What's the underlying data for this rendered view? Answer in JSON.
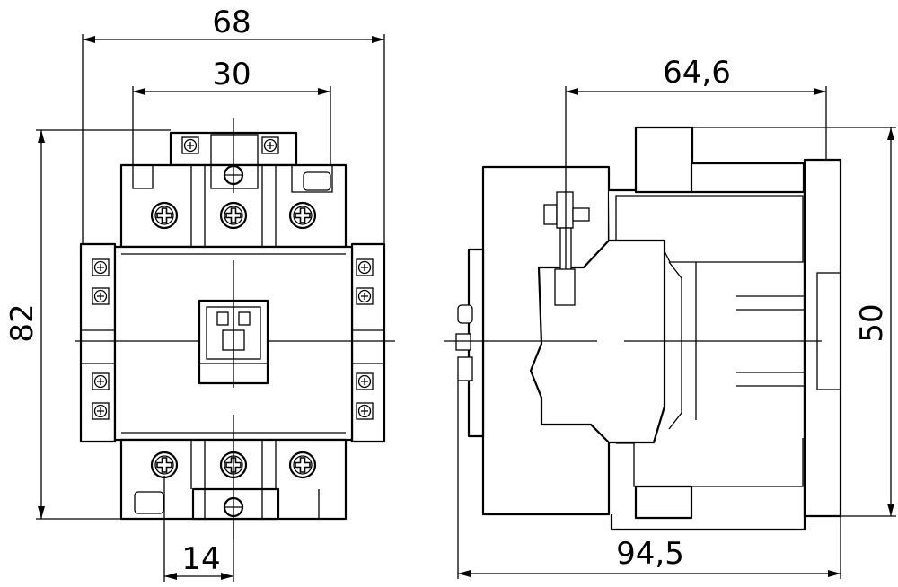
{
  "drawing": {
    "dimensions": {
      "width_overall": "68",
      "width_terminals": "30",
      "pitch": "14",
      "height_overall": "82",
      "depth_mount": "64,6",
      "depth_overall": "94,5",
      "height_side": "50"
    },
    "stroke_color": "#000000",
    "background_color": "#ffffff"
  }
}
